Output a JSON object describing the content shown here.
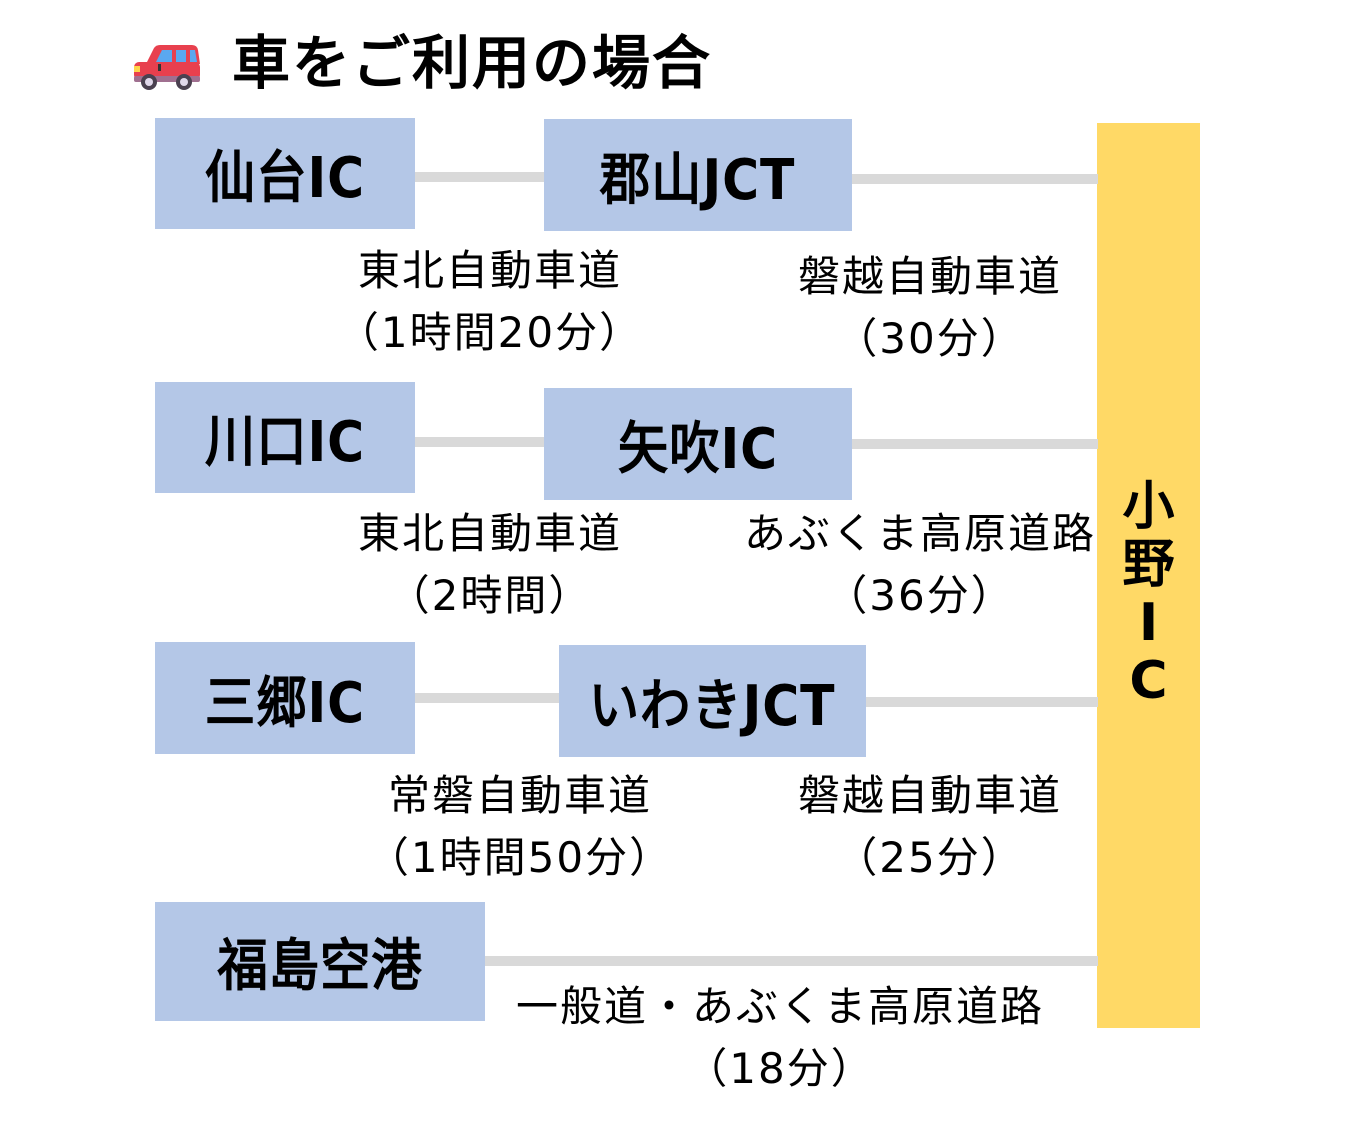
{
  "header": {
    "icon": "car-icon",
    "title": "車をご利用の場合"
  },
  "colors": {
    "origin_box": "#b4c7e7",
    "destination_box": "#ffd966",
    "connector": "#d9d9d9"
  },
  "destination": {
    "label_chars": [
      "小",
      "野",
      "I",
      "C"
    ],
    "label": "小野IC"
  },
  "routes": [
    {
      "origin": "仙台IC",
      "via": "郡山JCT",
      "leg1": {
        "road": "東北自動車道",
        "time": "（1時間20分）"
      },
      "leg2": {
        "road": "磐越自動車道",
        "time": "（30分）"
      }
    },
    {
      "origin": "川口IC",
      "via": "矢吹IC",
      "leg1": {
        "road": "東北自動車道",
        "time": "（2時間）"
      },
      "leg2": {
        "road": "あぶくま高原道路",
        "time": "（36分）"
      }
    },
    {
      "origin": "三郷IC",
      "via": "いわきJCT",
      "leg1": {
        "road": "常磐自動車道",
        "time": "（1時間50分）"
      },
      "leg2": {
        "road": "磐越自動車道",
        "time": "（25分）"
      }
    },
    {
      "origin": "福島空港",
      "leg1": {
        "road": "一般道・あぶくま高原道路",
        "time": "（18分）"
      }
    }
  ]
}
